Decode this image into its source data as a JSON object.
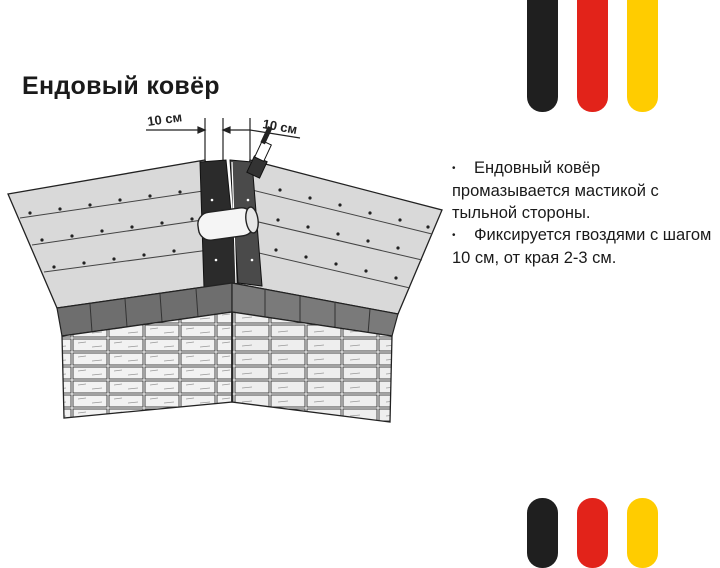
{
  "slide": {
    "title": "Ендовый ковёр"
  },
  "diagram": {
    "dim_left": "10 см",
    "dim_right": "10 см"
  },
  "bullets": [
    "Ендовный ковёр промазывается мастикой с тыльной стороны.",
    "Фиксируется гвоздями с шагом 10 см, от края 2-3 см."
  ],
  "colors": {
    "stripe_black": "#1f1f1f",
    "stripe_red": "#e2231a",
    "stripe_yellow": "#ffcc00",
    "roof_sheet": "#d9d9d9",
    "valley_carpet": "#2b2b2b",
    "shingle": "#6e6e6e"
  }
}
